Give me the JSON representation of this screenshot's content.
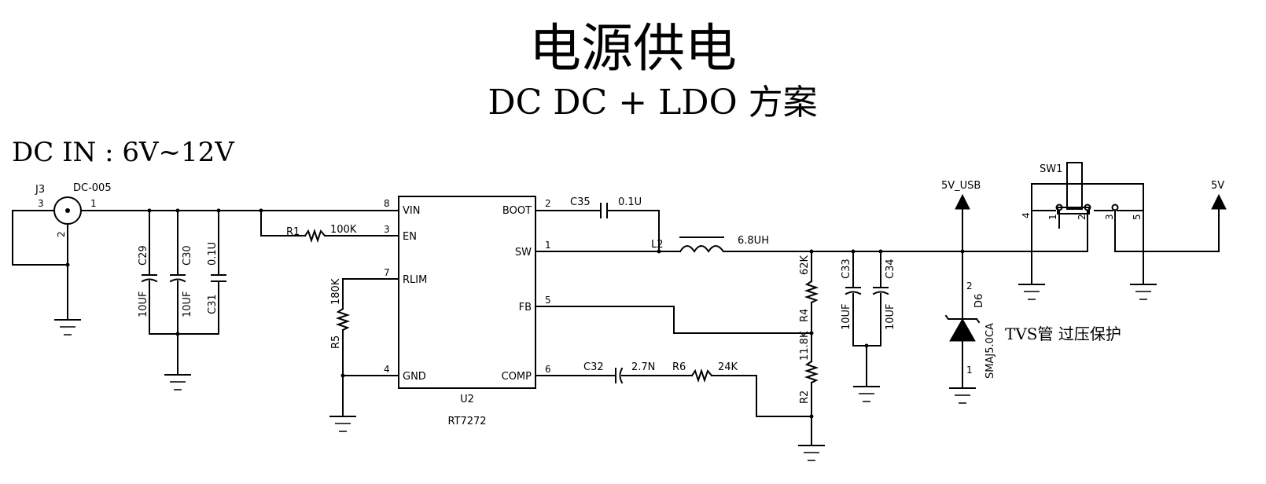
{
  "title": "电源供电",
  "subtitle": "DC DC + LDO 方案",
  "input_note": "DC IN : 6V~12V",
  "tvs_note": "TVS管 过压保护",
  "nets": {
    "usb": "5V_USB",
    "out": "5V"
  },
  "j3": {
    "ref": "J3",
    "part": "DC-005",
    "pin1": "1",
    "pin2": "2",
    "pin3": "3"
  },
  "u2": {
    "ref": "U2",
    "part": "RT7272",
    "pins": {
      "vin": {
        "name": "VIN",
        "num": "8"
      },
      "en": {
        "name": "EN",
        "num": "3"
      },
      "rlim": {
        "name": "RLIM",
        "num": "7"
      },
      "gnd": {
        "name": "GND",
        "num": "4"
      },
      "boot": {
        "name": "BOOT",
        "num": "2"
      },
      "sw": {
        "name": "SW",
        "num": "1"
      },
      "fb": {
        "name": "FB",
        "num": "5"
      },
      "comp": {
        "name": "COMP",
        "num": "6"
      }
    }
  },
  "components": {
    "r1": {
      "ref": "R1",
      "value": "100K"
    },
    "r5": {
      "ref": "R5",
      "value": "180K"
    },
    "r4": {
      "ref": "R4",
      "value": "62K"
    },
    "r2": {
      "ref": "R2",
      "value": "11.8K"
    },
    "r6": {
      "ref": "R6",
      "value": "24K"
    },
    "c29": {
      "ref": "C29",
      "value": "10UF"
    },
    "c30": {
      "ref": "C30",
      "value": "10UF"
    },
    "c31": {
      "ref": "C31",
      "value": "0.1U"
    },
    "c32": {
      "ref": "C32",
      "value": "2.7N"
    },
    "c33": {
      "ref": "C33",
      "value": "10UF"
    },
    "c34": {
      "ref": "C34",
      "value": "10UF"
    },
    "c35": {
      "ref": "C35",
      "value": "0.1U"
    },
    "l2": {
      "ref": "L2",
      "value": "6.8UH"
    },
    "d6": {
      "ref": "D6",
      "part": "SMAJ5.0CA",
      "pin1": "1",
      "pin2": "2"
    },
    "sw1": {
      "ref": "SW1",
      "pin1": "1",
      "pin2": "2",
      "pin3": "3",
      "pin4": "4",
      "pin5": "5"
    }
  }
}
